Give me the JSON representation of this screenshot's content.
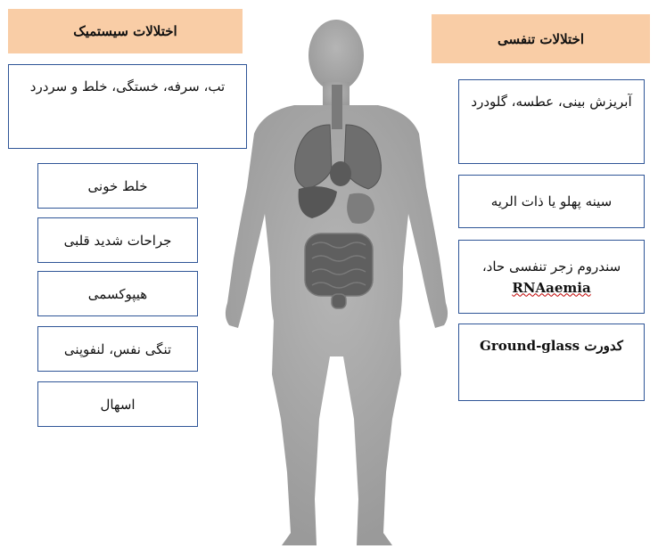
{
  "systemic": {
    "title": "اختلالات سیستمیک",
    "items": [
      "تب، سرفه، خستگی، خلط و سردرد",
      "خلط خونی",
      "جراحات شدید قلبی",
      "هیپوکسمی",
      "تنگی نفس، لنفوپنی",
      "اسهال"
    ]
  },
  "respiratory": {
    "title": "اختلالات تنفسی",
    "items": [
      "آبریزش بینی، عطسه، گلودرد",
      "سینه پهلو یا ذات الریه",
      "سندروم زجر تنفسی حاد،",
      "RNAaemia",
      "کدورت  Ground-glass"
    ]
  },
  "colors": {
    "header_bg": "#f9cda6",
    "box_border": "#2f5597",
    "body_gray": "#a6a6a6",
    "organ_gray": "#6e6e6e"
  }
}
